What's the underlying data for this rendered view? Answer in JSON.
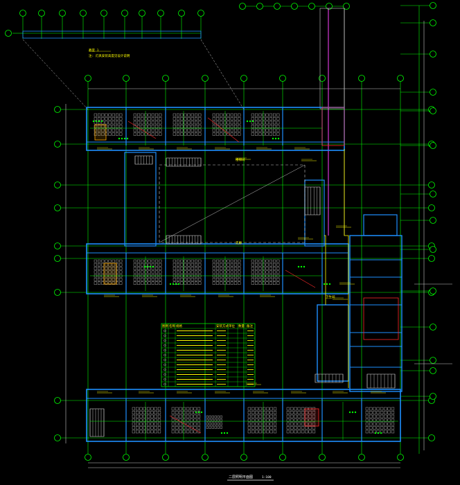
{
  "colors": {
    "background": "#000000",
    "grid": "#00ff00",
    "wall": "#1e90ff",
    "desk": "#e8e8e8",
    "annotation": "#ffff00",
    "red": "#ff2a2a",
    "dim": "#c8c8c8",
    "magenta": "#ff44ff",
    "highlight": "#ffaa00"
  },
  "labels": {
    "drawing_title": "二层照明平面图",
    "scale": "1:100",
    "room_tag": "教室 1",
    "stair_tag": "楼梯间",
    "corridor_tag": "走廊",
    "toilet_tag": "卫生间",
    "note": "注: 灯具安装高度见设计说明"
  },
  "legend": {
    "header": [
      "图例",
      "名称",
      "规格",
      "安装方式",
      "单位",
      "数量",
      "备注"
    ],
    "rows": [
      [
        "",
        "",
        "",
        "",
        "",
        "",
        ""
      ],
      [
        "",
        "",
        "",
        "",
        "",
        "",
        ""
      ],
      [
        "",
        "",
        "",
        "",
        "",
        "",
        ""
      ],
      [
        "",
        "",
        "",
        "",
        "",
        "",
        ""
      ],
      [
        "",
        "",
        "",
        "",
        "",
        "",
        ""
      ],
      [
        "",
        "",
        "",
        "",
        "",
        "",
        ""
      ],
      [
        "",
        "",
        "",
        "",
        "",
        "",
        ""
      ],
      [
        "",
        "",
        "",
        "",
        "",
        "",
        ""
      ],
      [
        "",
        "",
        "",
        "",
        "",
        "",
        ""
      ],
      [
        "",
        "",
        "",
        "",
        "",
        "",
        ""
      ],
      [
        "",
        "",
        "",
        "",
        "",
        "",
        ""
      ],
      [
        "",
        "",
        "",
        "",
        "",
        "",
        ""
      ]
    ]
  }
}
